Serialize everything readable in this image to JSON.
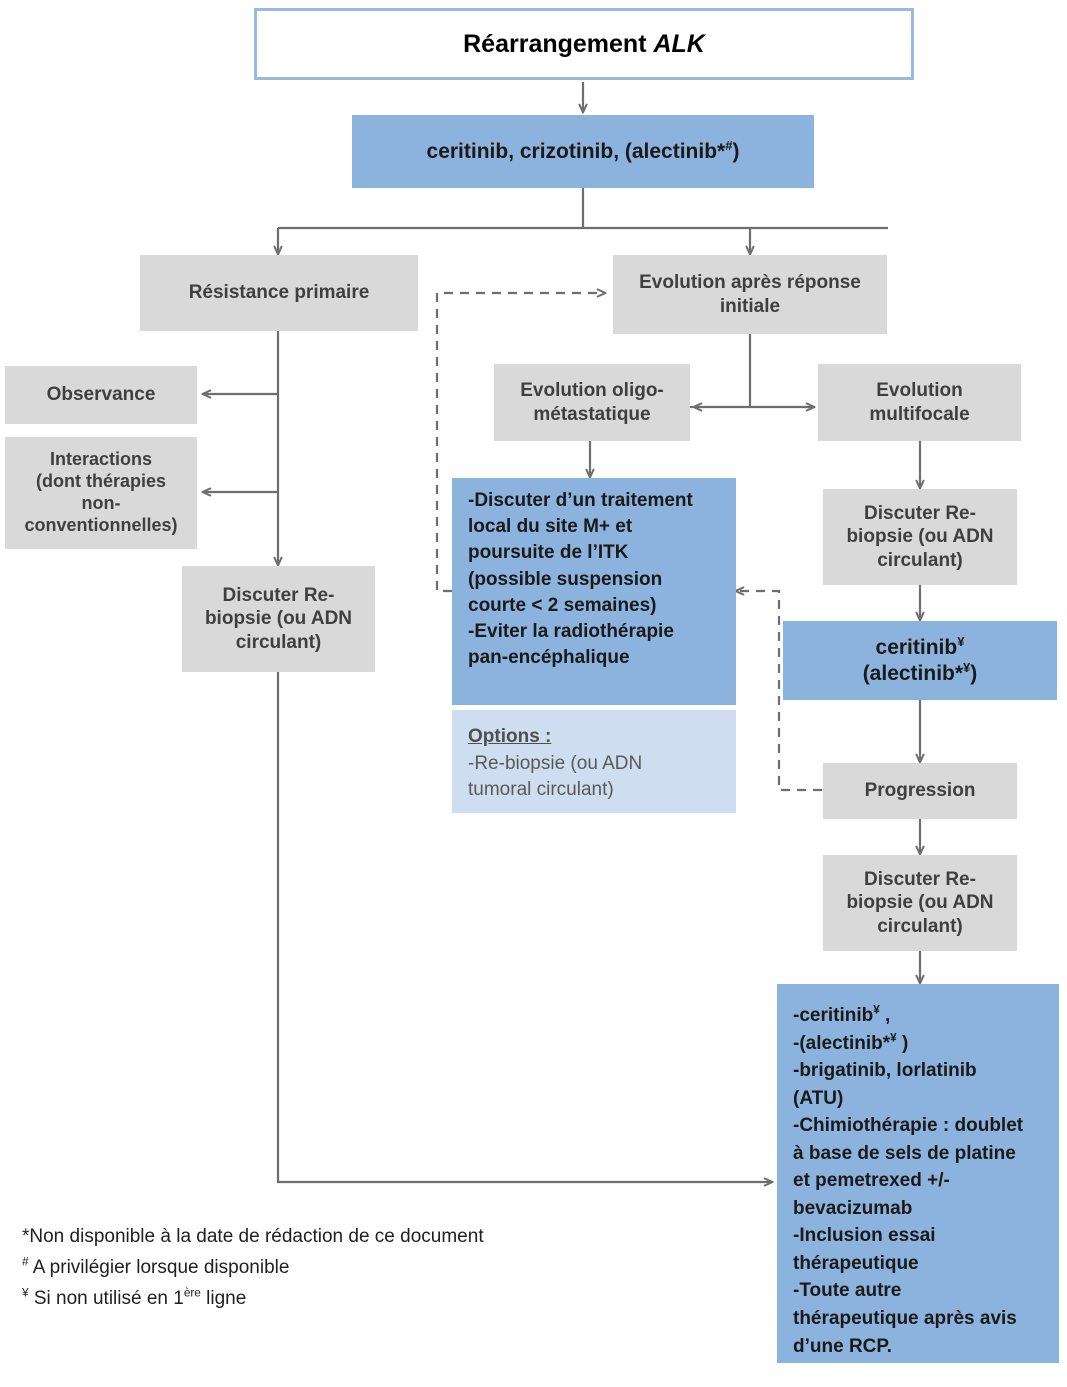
{
  "diagram": {
    "title": "Réarrangement ALK",
    "title_plain": "Réarrangement ALK",
    "title_prefix": "Réarrangement ",
    "title_italic": "ALK",
    "colors": {
      "blue": "#8cb3dd",
      "light_blue": "#cfddf1",
      "gray": "#d9d9d9",
      "title_border": "#9ab8e0",
      "arrow": "#6e6e6e",
      "text_gray": "#3f3f3f"
    },
    "nodes": {
      "first_line_treatment": {
        "label": "ceritinib, crizotinib, (alectinib*",
        "sup": "#",
        "suffix": ")"
      },
      "primary_resistance": {
        "label": "Résistance primaire"
      },
      "observance": {
        "label": "Observance"
      },
      "interactions": {
        "label": "Interactions\n(dont thérapies\nnon-\nconventionnelles)"
      },
      "rebiopsy_left": {
        "label": "Discuter Re-\nbiopsie (ou ADN\ncirculant)"
      },
      "evolution_after_initial_response": {
        "label": "Evolution après réponse\ninitiale"
      },
      "oligometastatic_evolution": {
        "label": "Evolution oligo-\nmétastatique"
      },
      "multifocal_evolution": {
        "label": "Evolution\nmultifocale"
      },
      "oligo_management": {
        "label": "-Discuter d’un traitement\nlocal du site M+ et\npoursuite de l’ITK\n(possible suspension\ncourte < 2 semaines)\n-Eviter la radiothérapie\npan-encéphalique"
      },
      "oligo_options": {
        "title": "Options :",
        "label": "-Re-biopsie (ou ADN\ntumoral circulant)"
      },
      "rebiopsy_multifocal": {
        "label": "Discuter Re-\nbiopsie (ou ADN\ncirculant)"
      },
      "second_line_tki": {
        "line1": "ceritinib",
        "line1_sup": "¥",
        "line2_prefix": "(alectinib*",
        "line2_sup": "¥",
        "line2_suffix": ")"
      },
      "progression": {
        "label": "Progression"
      },
      "rebiopsy_after_progression": {
        "label": "Discuter Re-\nbiopsie (ou ADN\ncirculant)"
      },
      "later_line_options": {
        "items": [
          {
            "prefix": "-ceritinib",
            "sup": "¥",
            "suffix": " ,"
          },
          {
            "prefix": "-(alectinib*",
            "sup": "¥",
            "suffix": " )"
          },
          {
            "prefix": "-brigatinib, lorlatinib",
            "sup": "",
            "suffix": ""
          },
          {
            "prefix": "(ATU)",
            "sup": "",
            "suffix": ""
          },
          {
            "prefix": "-Chimiothérapie : doublet",
            "sup": "",
            "suffix": ""
          },
          {
            "prefix": "à base de sels de platine",
            "sup": "",
            "suffix": ""
          },
          {
            "prefix": "et pemetrexed +/-",
            "sup": "",
            "suffix": ""
          },
          {
            "prefix": "bevacizumab",
            "sup": "",
            "suffix": ""
          },
          {
            "prefix": "-Inclusion essai",
            "sup": "",
            "suffix": ""
          },
          {
            "prefix": "thérapeutique",
            "sup": "",
            "suffix": ""
          },
          {
            "prefix": "-Toute autre",
            "sup": "",
            "suffix": ""
          },
          {
            "prefix": "thérapeutique après avis",
            "sup": "",
            "suffix": ""
          },
          {
            "prefix": "d’une RCP.",
            "sup": "",
            "suffix": ""
          }
        ]
      }
    },
    "footnotes": {
      "star": "*Non disponible à la date de rédaction de ce document",
      "hash_sup": "#",
      "hash": "A privilégier lorsque disponible",
      "yen_sup": "¥",
      "yen_prefix": "Si non utilisé en 1",
      "yen_sup2": "ère",
      "yen_suffix": "ligne"
    }
  }
}
